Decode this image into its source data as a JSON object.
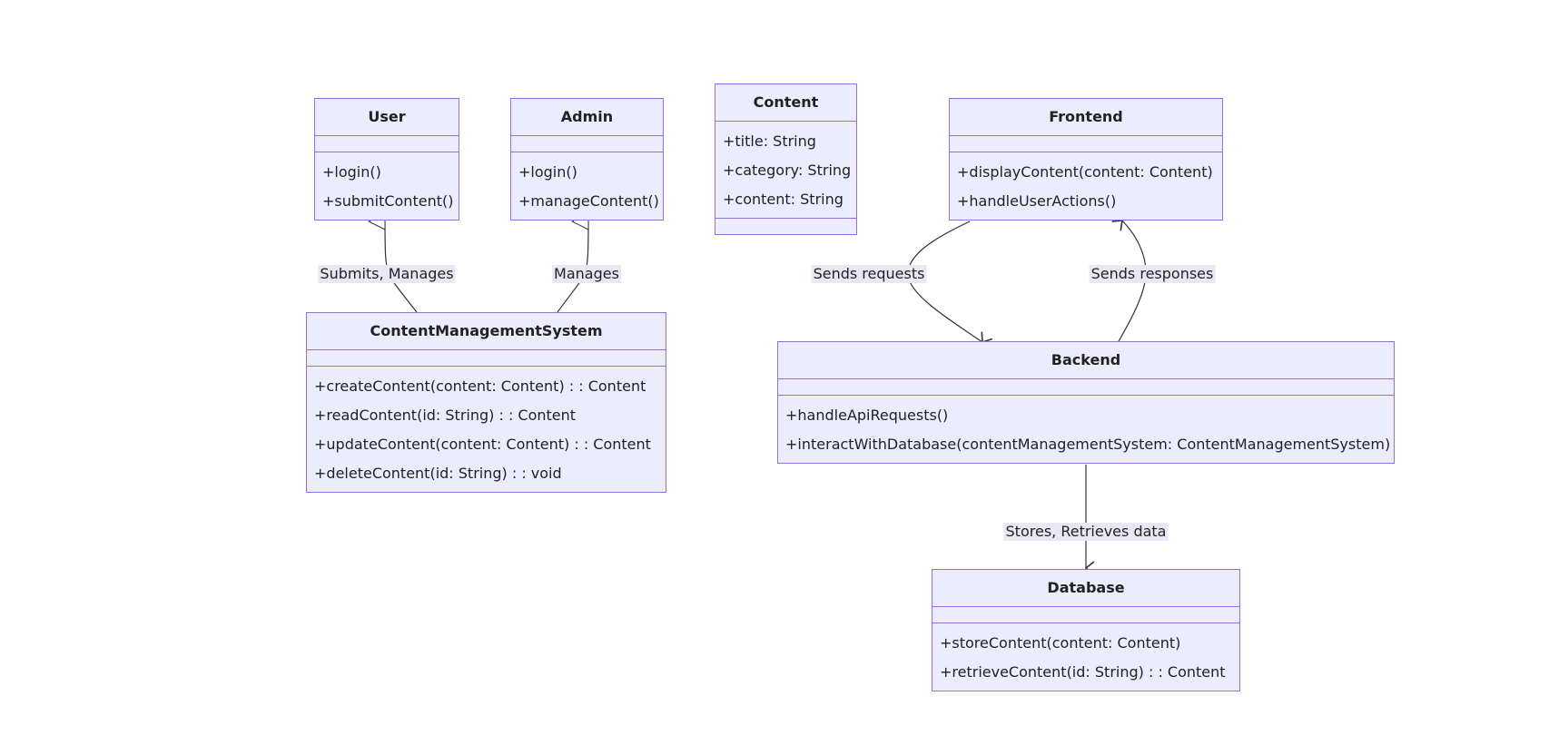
{
  "classes": {
    "user": {
      "name": "User",
      "attributes": [],
      "methods": [
        "+login()",
        "+submitContent()"
      ]
    },
    "admin": {
      "name": "Admin",
      "attributes": [],
      "methods": [
        "+login()",
        "+manageContent()"
      ]
    },
    "content": {
      "name": "Content",
      "attributes": [
        "+title: String",
        "+category: String",
        "+content: String"
      ],
      "methods": []
    },
    "frontend": {
      "name": "Frontend",
      "attributes": [],
      "methods": [
        "+displayContent(content: Content)",
        "+handleUserActions()"
      ]
    },
    "cms": {
      "name": "ContentManagementSystem",
      "attributes": [],
      "methods": [
        "+createContent(content: Content) : : Content",
        "+readContent(id: String) : : Content",
        "+updateContent(content: Content) : : Content",
        "+deleteContent(id: String) : : void"
      ]
    },
    "backend": {
      "name": "Backend",
      "attributes": [],
      "methods": [
        "+handleApiRequests()",
        "+interactWithDatabase(contentManagementSystem: ContentManagementSystem)"
      ]
    },
    "database": {
      "name": "Database",
      "attributes": [],
      "methods": [
        "+storeContent(content: Content)",
        "+retrieveContent(id: String) : : Content"
      ]
    }
  },
  "relations": [
    {
      "from": "ContentManagementSystem",
      "to": "User",
      "type": "inheritance",
      "label": "Submits, Manages"
    },
    {
      "from": "ContentManagementSystem",
      "to": "Admin",
      "type": "inheritance",
      "label": "Manages"
    },
    {
      "from": "Frontend",
      "to": "Backend",
      "type": "association",
      "label": "Sends requests"
    },
    {
      "from": "Backend",
      "to": "Frontend",
      "type": "association",
      "label": "Sends responses"
    },
    {
      "from": "Backend",
      "to": "Database",
      "type": "association",
      "label": "Stores, Retrieves data"
    }
  ],
  "colors": {
    "node_fill": "#ECECFF",
    "node_stroke": "#9370DB",
    "edge": "#333333",
    "label_bg": "#E8E8F5"
  }
}
